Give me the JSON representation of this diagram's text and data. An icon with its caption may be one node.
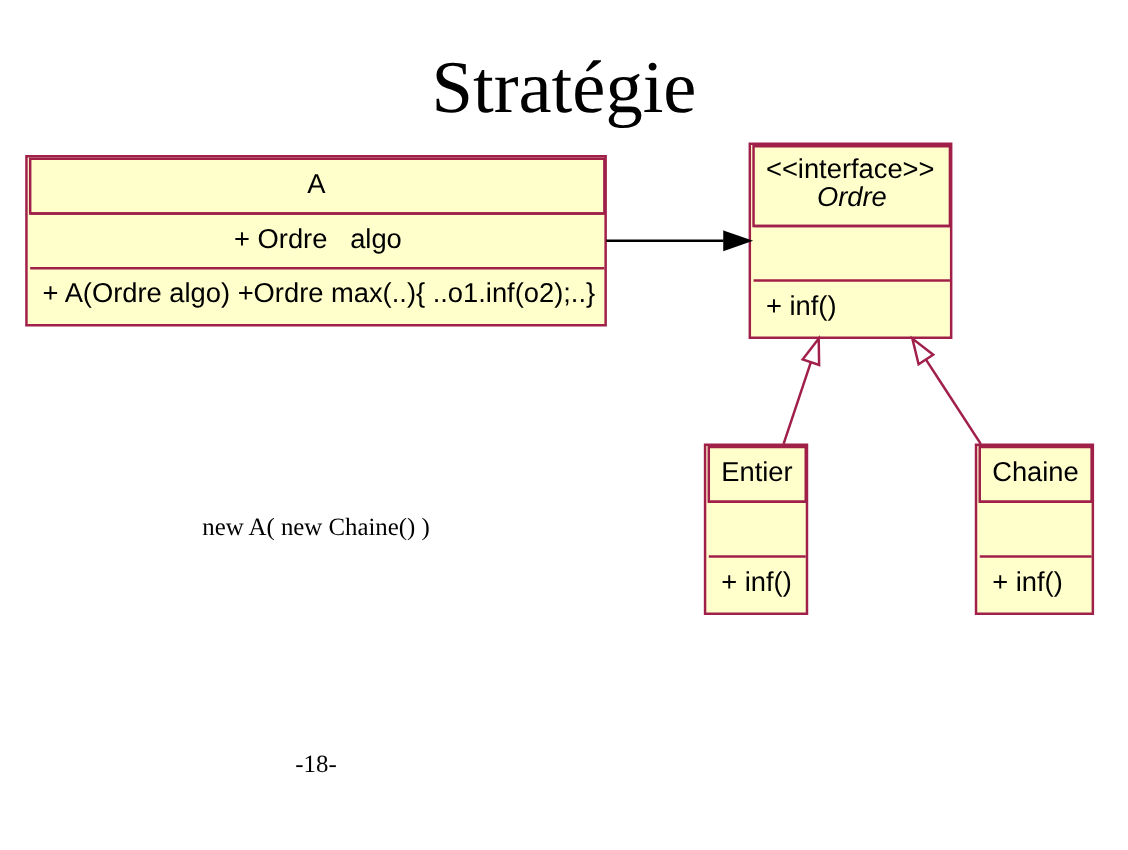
{
  "diagram": {
    "title": "Stratégie",
    "nodes": [
      {
        "text": [
          "A",
          "+ Ordre   algo",
          "+ A(Ordre algo) +Ordre max(..){ ..o1.inf(o2);..}"
        ]
      },
      {
        "text": [
          "<<interface>>",
          "Ordre",
          "+ inf()"
        ]
      },
      {
        "text": [
          "Entier",
          "+ inf()"
        ]
      },
      {
        "text": [
          "Chaine",
          "+ inf()"
        ]
      }
    ],
    "edges": [
      {
        "from": 0,
        "to": 1,
        "arrow": "to",
        "color": "#000000"
      },
      {
        "from": 2,
        "to": 1,
        "arrow": "to"
      },
      {
        "from": 3,
        "to": 1,
        "arrow": "to"
      }
    ],
    "labels": [
      "new A( new Chaine() )",
      "-18-"
    ]
  }
}
